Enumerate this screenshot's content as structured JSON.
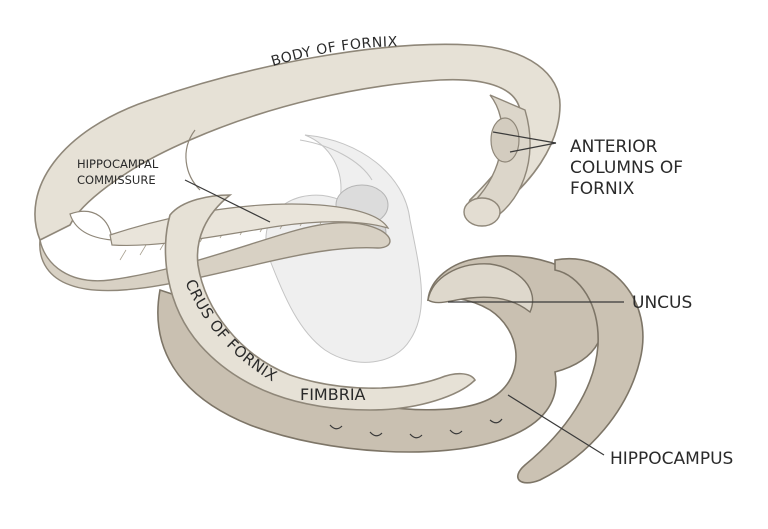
{
  "labels": {
    "body_of_fornix": "BODY OF FORNIX",
    "anterior_columns_line1": "ANTERIOR",
    "anterior_columns_line2": "COLUMNS OF",
    "anterior_columns_line3": "FORNIX",
    "hippocampal_commissure_line1": "HIPPOCAMPAL",
    "hippocampal_commissure_line2": "COMMISSURE",
    "crus_of_fornix": "CRUS OF FORNIX",
    "fimbria": "FIMBRIA",
    "uncus": "UNCUS",
    "hippocampus": "HIPPOCAMPUS"
  },
  "colors": {
    "fornix_fill": "#e6e1d6",
    "fornix_stroke": "#8f8779",
    "fornix_shadow": "#cfc7b8",
    "hippocampus_fill": "#c9c0b1",
    "hippocampus_stroke": "#7d7567",
    "ghost_fill": "#eeeeee",
    "ghost_stroke": "#bdbdbd",
    "text": "#2a2a2a"
  }
}
